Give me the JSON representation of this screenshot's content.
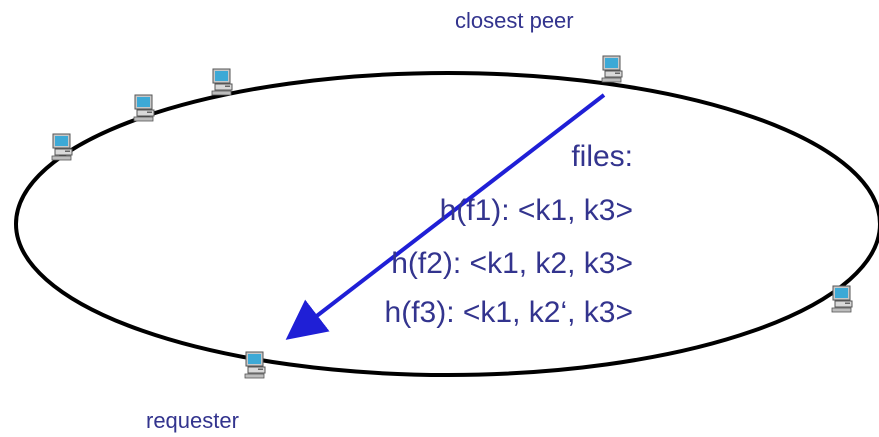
{
  "labels": {
    "closest_peer": "closest peer",
    "requester": "requester"
  },
  "files": {
    "title": "files:",
    "entries": [
      "h(f1): <k1, k3>",
      "h(f2): <k1, k2, k3>",
      "h(f3): <k1, k2‘, k3>"
    ]
  },
  "colors": {
    "text": "#33348E",
    "arrow": "#1F1FD6",
    "ring": "#000000",
    "computer_screen": "#3DA9D6",
    "computer_body": "#C8C8C8"
  },
  "icons": {
    "peer": "desktop-computer-icon"
  }
}
